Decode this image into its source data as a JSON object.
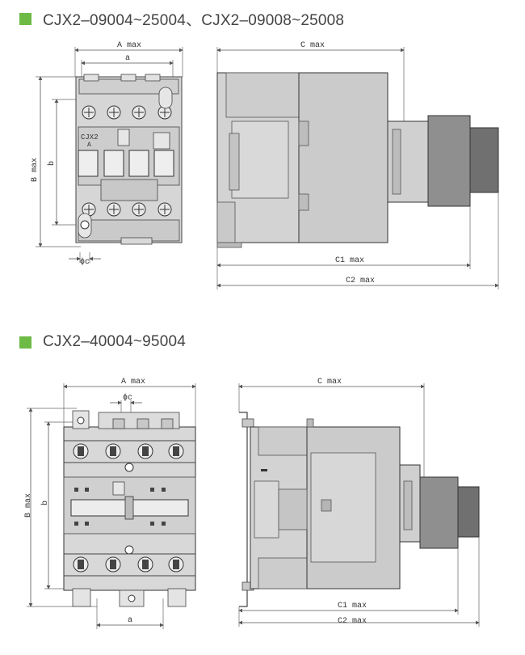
{
  "section1": {
    "title": "CJX2–09004~25004、CJX2–09008~25008",
    "front": {
      "a_max": "A max",
      "a": "a",
      "b_max": "B max",
      "b": "b",
      "phi_c": "ϕc",
      "model": "CJX2",
      "model_suffix": "A"
    },
    "side": {
      "c_max": "C max",
      "c1_max": "C1 max",
      "c2_max": "C2 max"
    }
  },
  "section2": {
    "title": "CJX2–40004~95004",
    "front": {
      "a_max": "A max",
      "a": "a",
      "b_max": "B max",
      "b": "b",
      "phi_c": "ϕc"
    },
    "side": {
      "c_max": "C max",
      "c1_max": "C1 max",
      "c2_max": "C2 max"
    }
  },
  "colors": {
    "accent": "#6dbb45",
    "body": "#d3d3d3",
    "dark": "#8a8a8a",
    "line": "#333333"
  }
}
